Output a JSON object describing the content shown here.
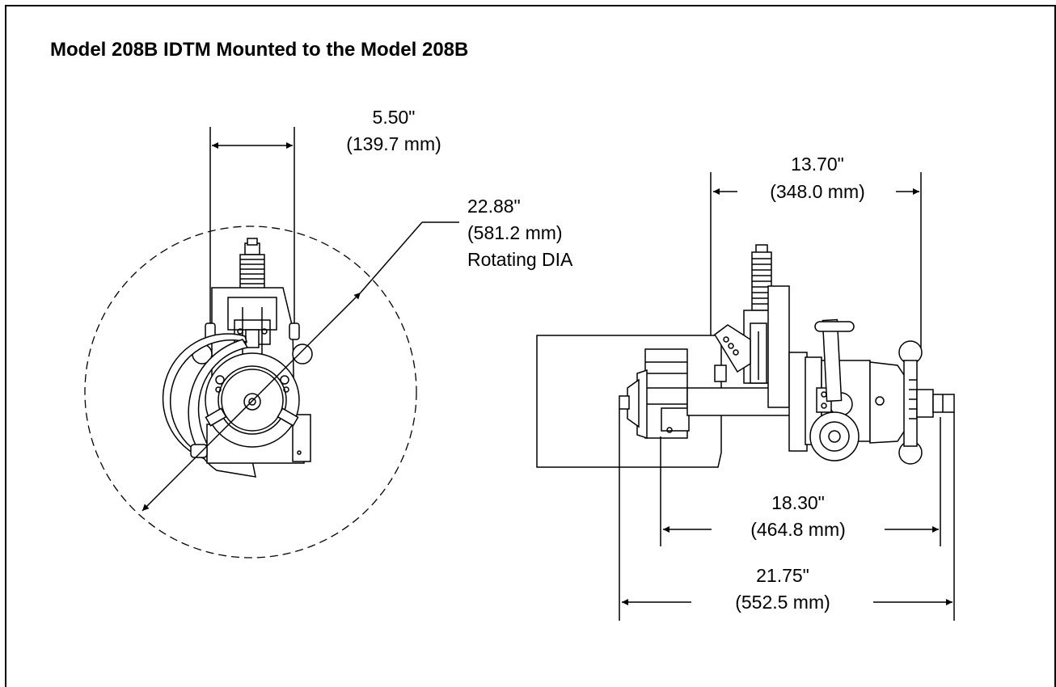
{
  "title": "Model 208B IDTM Mounted to the Model 208B",
  "dimensions": {
    "width_left": {
      "inch": "5.50\"",
      "mm": "(139.7 mm)"
    },
    "rotating_dia": {
      "inch": "22.88\"",
      "mm": "(581.2 mm)",
      "label": "Rotating DIA"
    },
    "width_right": {
      "inch": "13.70\"",
      "mm": "(348.0 mm)"
    },
    "length_mid": {
      "inch": "18.30\"",
      "mm": "(464.8 mm)"
    },
    "length_total": {
      "inch": "21.75\"",
      "mm": "(552.5 mm)"
    }
  }
}
